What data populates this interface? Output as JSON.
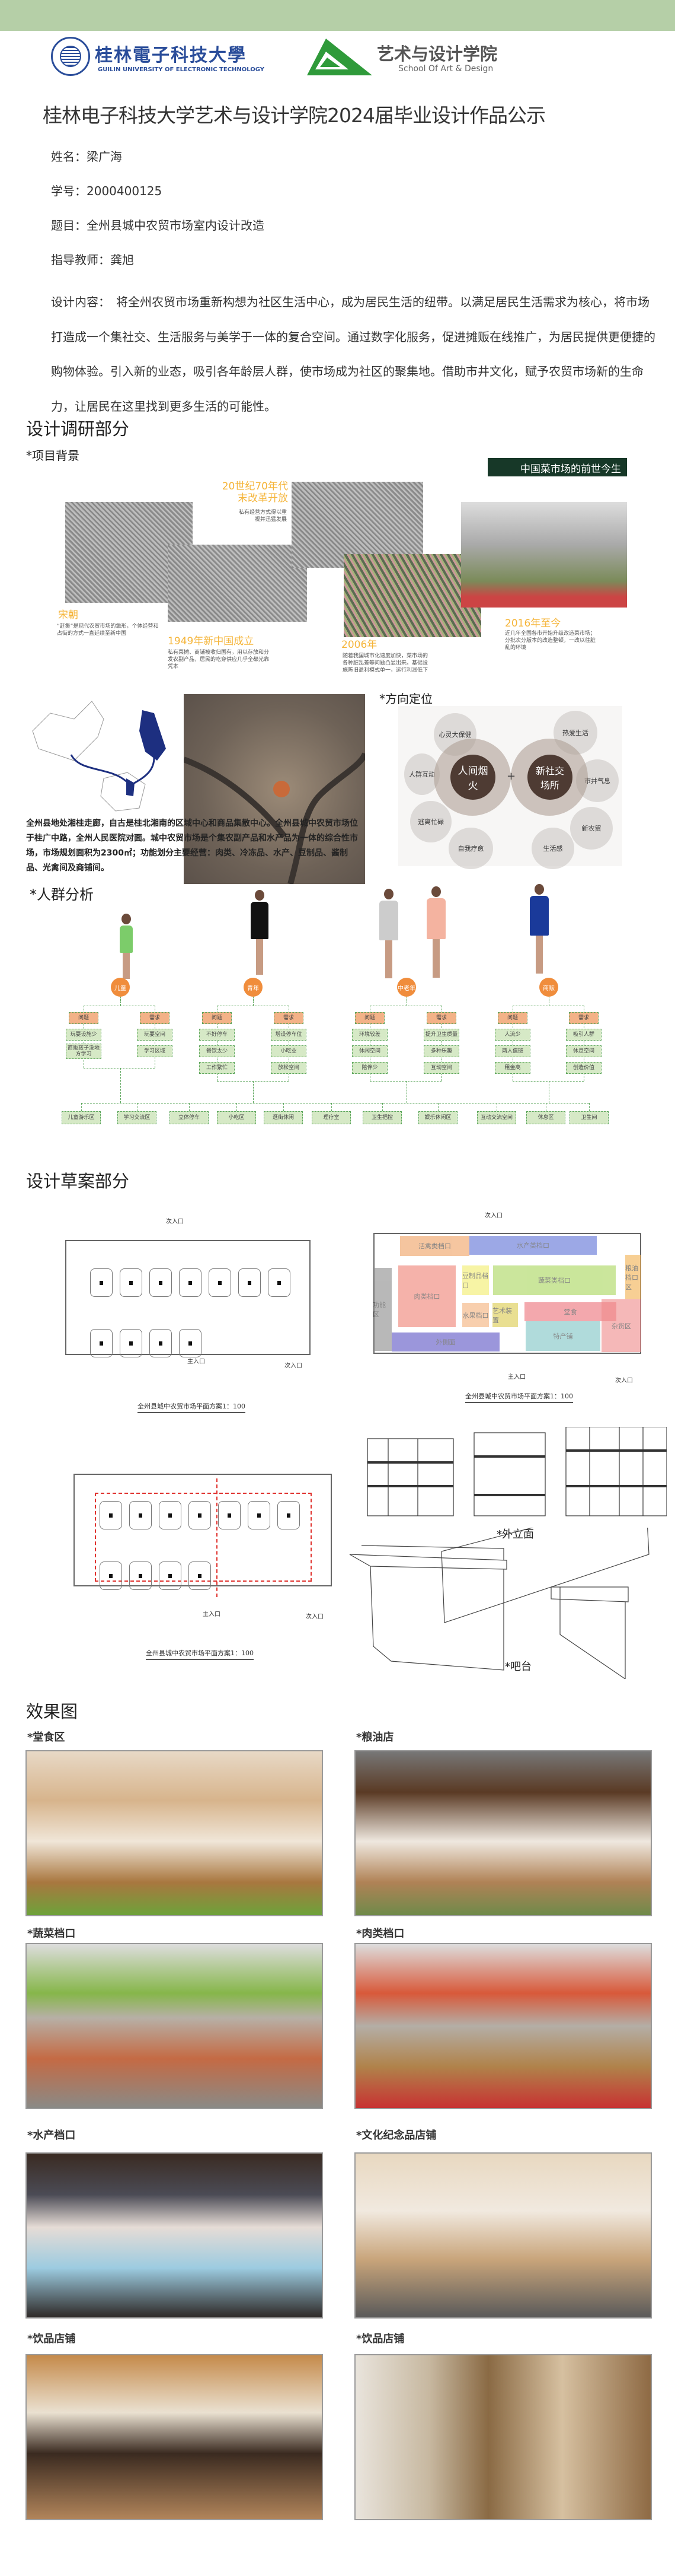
{
  "header": {
    "university_name_cn": "桂林電子科技大學",
    "university_name_en": "GUILIN UNIVERSITY OF ELECTRONIC TECHNOLOGY",
    "school_name_cn": "艺术与设计学院",
    "school_name_en": "School Of Art & Design",
    "title": "桂林电子科技大学艺术与设计学院2024届毕业设计作品公示",
    "accent_color": "#b5cfa7"
  },
  "info": {
    "name": "姓名：梁广海",
    "student_id": "学号：2000400125",
    "topic": "题目：全州县城中农贸市场室内设计改造",
    "advisor": "指导教师：龚旭",
    "description": "设计内容：　将全州农贸市场重新构想为社区生活中心，成为居民生活的纽带。以满足居民生活需求为核心，将市场打造成一个集社交、生活服务与美学于一体的复合空间。通过数字化服务，促进摊贩在线推广，为居民提供更便捷的购物体验。引入新的业态，吸引各年龄层人群，使市场成为社区的聚集地。借助市井文化，赋予农贸市场新的生命力，让居民在这里找到更多生活的可能性。"
  },
  "research": {
    "heading": "设计调研部分",
    "background_label": "*项目背景",
    "timeline_title": "中国菜市场的前世今生",
    "timeline": [
      {
        "year": "宋朝",
        "text": "“赶集”是现代农贸市场的雏形，个体经营和占街的方式一直延续至新中国"
      },
      {
        "year": "1949年新中国成立",
        "text": "私有菜摊、商铺被收归国有，用以存放和分发农副产品，居民的吃穿供应几乎全都光靠凭本"
      },
      {
        "year": "20世纪70年代末改革开放",
        "text": "私有经营方式得以重视并迅猛发展"
      },
      {
        "year": "2006年",
        "text": "随着我国城市化速度加快，菜市场的各种脏乱差等问题凸显出来。基础设施陈旧盈利模式单一，运行利润低下"
      },
      {
        "year": "2016年至今",
        "text": "近几年全国各市开始升级改造菜市场；分批次分版本的改造整顿，一改以往脏乱的环境"
      }
    ],
    "location_text": "全州县地处湘桂走廊，自古是桂北湘南的区域中心和商品集散中心。全州县城中农贸市场位于桂广中路，全州人民医院对面。城中农贸市场是个集农副产品和水产品为一体的综合性市场，市场规划面积为2300㎡；功能划分主要经营：肉类、冷冻品、水产、豆制品、酱制品、光禽间及商铺间。",
    "direction_label": "*方向定位",
    "direction": {
      "core_left": "人间烟火",
      "plus": "+",
      "core_right": "新社交场所",
      "petals": [
        "心灵大保健",
        "人群互动",
        "逃离忙碌",
        "自我疗愈",
        "热爱生活",
        "市井气息",
        "新农贸",
        "生活感"
      ]
    },
    "crowd_label": "*人群分析",
    "crowd": [
      {
        "group": "儿童",
        "problem_label": "问题",
        "need_label": "需求",
        "problems": [
          "玩耍设施少",
          "商贩孩子没地方学习"
        ],
        "needs": [
          "玩耍空间",
          "学习区域"
        ]
      },
      {
        "group": "青年",
        "problem_label": "问题",
        "need_label": "需求",
        "problems": [
          "不好停车",
          "餐饮太少",
          "工作繁忙"
        ],
        "needs": [
          "增设停车位",
          "小吃业",
          "放松空间"
        ]
      },
      {
        "group": "中老年",
        "problem_label": "问题",
        "need_label": "需求",
        "problems": [
          "环境较差",
          "休闲空间",
          "陪伴少"
        ],
        "needs": [
          "提升卫生质量",
          "多种乐趣",
          "互动空间"
        ]
      },
      {
        "group": "商贩",
        "problem_label": "问题",
        "need_label": "需求",
        "problems": [
          "人流少",
          "两人值班",
          "租金高"
        ],
        "needs": [
          "吸引人群",
          "休息空间",
          "创造价值"
        ]
      }
    ],
    "outcomes": [
      "儿童游乐区",
      "学习交流区",
      "立体停车",
      "小吃区",
      "逛街休闲",
      "理疗室",
      "卫生把控",
      "娱乐休闲区",
      "互动交流空间",
      "休息区",
      "卫生间"
    ]
  },
  "draft": {
    "heading": "设计草案部分",
    "plan_caption": "全州县城中农贸市场平面方案1：100",
    "entrance_secondary": "次入口",
    "entrance_main": "主入口",
    "zones": [
      {
        "name": "活禽类档口",
        "color": "#f0a060"
      },
      {
        "name": "水产类档口",
        "color": "#5b6fd6"
      },
      {
        "name": "肉类档口",
        "color": "#ef7f72"
      },
      {
        "name": "豆制品档口",
        "color": "#f3ee6a"
      },
      {
        "name": "蔬菜类档口",
        "color": "#a8d65a"
      },
      {
        "name": "粮油档口区",
        "color": "#f2b04e"
      },
      {
        "name": "功能区",
        "color": "#8a8a8a"
      },
      {
        "name": "水果档口",
        "color": "#f5b07a"
      },
      {
        "name": "艺术装置",
        "color": "#dccb4a"
      },
      {
        "name": "堂食",
        "color": "#ec6f78"
      },
      {
        "name": "特产铺",
        "color": "#7cc4c4"
      },
      {
        "name": "杂货区",
        "color": "#f08a8a"
      },
      {
        "name": "外侧面",
        "color": "#5a52c4"
      }
    ],
    "facade_label": "*外立面",
    "bar_label": "*吧台"
  },
  "renders": {
    "heading": "效果图",
    "items": [
      {
        "label": "*堂食区"
      },
      {
        "label": "*粮油店"
      },
      {
        "label": "*蔬菜档口"
      },
      {
        "label": "*肉类档口"
      },
      {
        "label": "*水产档口"
      },
      {
        "label": "*文化纪念品店铺"
      },
      {
        "label": "*饮品店铺"
      },
      {
        "label": "*饮品店铺"
      }
    ]
  }
}
